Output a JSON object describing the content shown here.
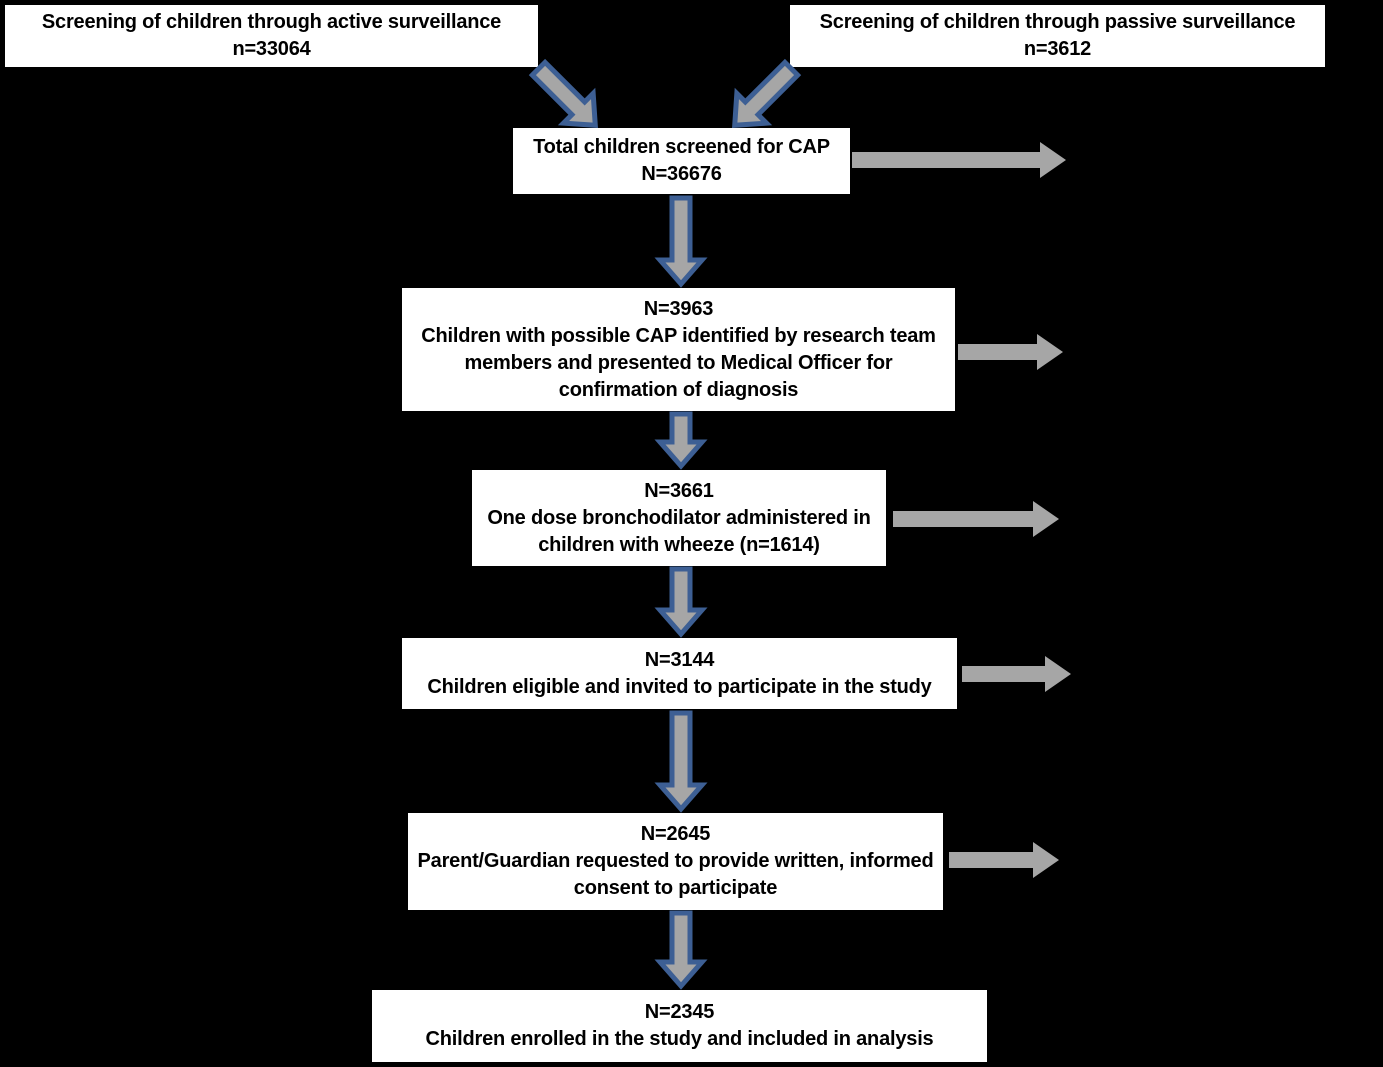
{
  "colors": {
    "background": "#000000",
    "box_fill": "#ffffff",
    "box_text": "#000000",
    "arrow_fill": "#a6a6a6",
    "arrow_outline": "#3d5f94"
  },
  "icons": {
    "diagonal_down_right_arrow": "⬊",
    "diagonal_down_left_arrow": "⬋",
    "down_arrow": "⬇",
    "right_arrow": "➡"
  },
  "nodes": [
    {
      "id": "active-surveillance",
      "lines": [
        "Screening of children through active surveillance",
        "n=33064"
      ]
    },
    {
      "id": "passive-surveillance",
      "lines": [
        "Screening of children through passive surveillance",
        "n=3612"
      ]
    },
    {
      "id": "total-screened",
      "lines": [
        "Total children screened for CAP",
        "N=36676"
      ]
    },
    {
      "id": "possible-cap",
      "lines": [
        "N=3963",
        "Children with possible CAP identified by research team members and presented to Medical Officer for confirmation of diagnosis"
      ]
    },
    {
      "id": "bronchodilator",
      "lines": [
        "N=3661",
        "One dose bronchodilator administered in children with wheeze (n=1614)"
      ]
    },
    {
      "id": "eligible-invited",
      "lines": [
        "N=3144",
        "Children eligible and invited to participate in the study"
      ]
    },
    {
      "id": "consent-requested",
      "lines": [
        "N=2645",
        "Parent/Guardian requested to provide written, informed consent to participate"
      ]
    },
    {
      "id": "enrolled-analysis",
      "lines": [
        "N=2345",
        "Children enrolled in the study and included in analysis"
      ]
    }
  ]
}
